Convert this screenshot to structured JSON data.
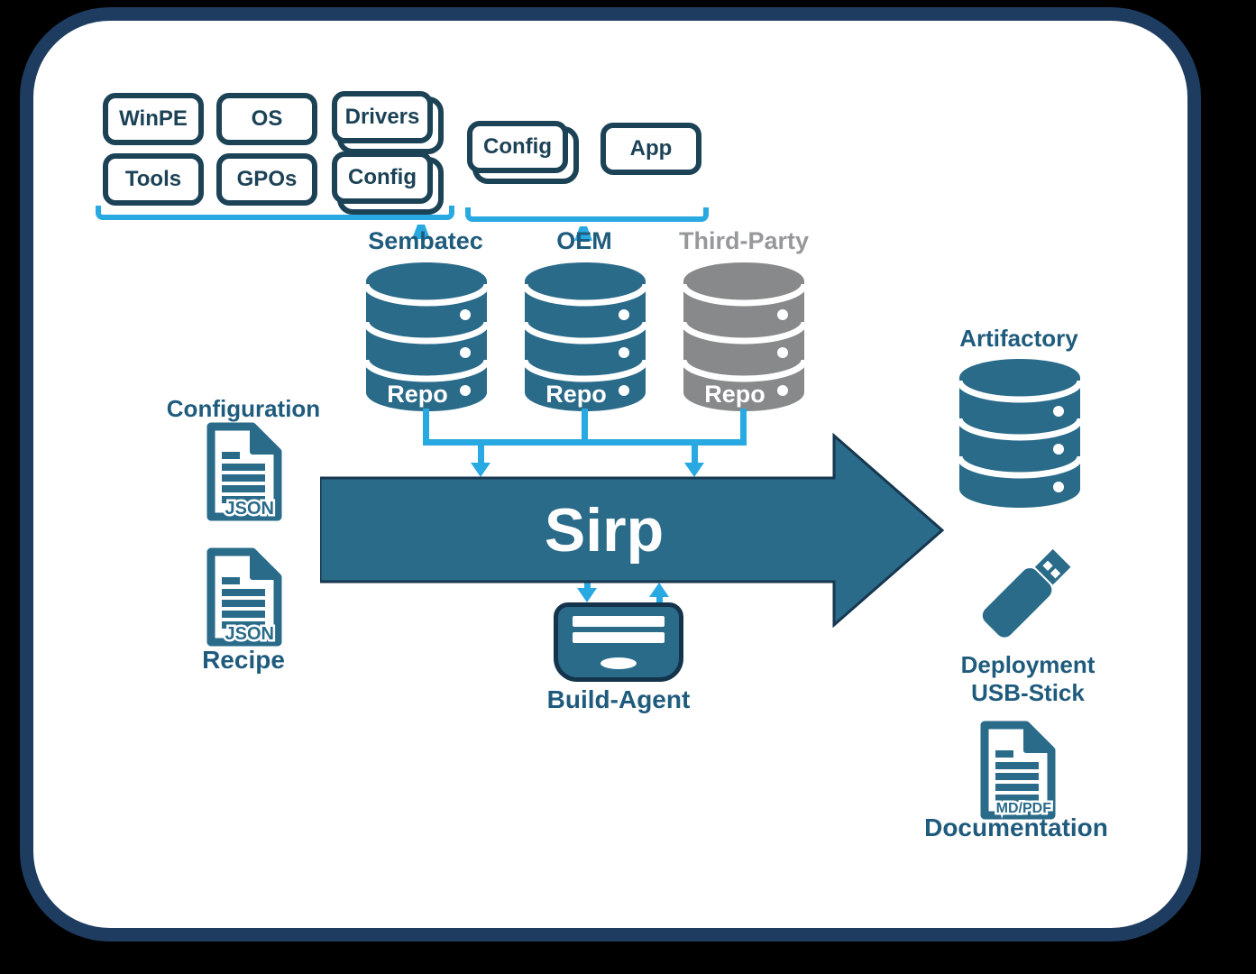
{
  "colors": {
    "teal": "#2a6b8a",
    "frame_navy": "#1e3c5f",
    "chip_outline": "#1c4256",
    "label_blue": "#1f5b7d",
    "connector_blue": "#29a9e1",
    "third_party_gray": "#87898b",
    "third_party_label_gray": "#96989a",
    "background_outside": "#000000",
    "canvas_background": "#ffffff"
  },
  "input_chips": {
    "sembatec": [
      {
        "label": "WinPE",
        "stacked": false
      },
      {
        "label": "OS",
        "stacked": false
      },
      {
        "label": "Drivers",
        "stacked": true
      },
      {
        "label": "Tools",
        "stacked": false
      },
      {
        "label": "GPOs",
        "stacked": false
      },
      {
        "label": "Config",
        "stacked": true
      }
    ],
    "oem": [
      {
        "label": "Config",
        "stacked": true
      },
      {
        "label": "App",
        "stacked": false
      }
    ]
  },
  "repos": [
    {
      "name": "Sembatec",
      "cylinder_label": "Repo",
      "color": "#2a6b8a"
    },
    {
      "name": "OEM",
      "cylinder_label": "Repo",
      "color": "#2a6b8a"
    },
    {
      "name": "Third-Party",
      "cylinder_label": "Repo",
      "color": "#87898b"
    }
  ],
  "config_docs": [
    {
      "label": "Configuration",
      "badge": "JSON"
    },
    {
      "label": "Recipe",
      "badge": "JSON"
    }
  ],
  "pipeline": {
    "label": "Sirp"
  },
  "build_agent": {
    "label": "Build-Agent"
  },
  "outputs": {
    "artifactory": {
      "label": "Artifactory"
    },
    "usb": {
      "label_line1": "Deployment",
      "label_line2": "USB-Stick"
    },
    "documentation": {
      "label": "Documentation",
      "badge": "MD/PDF"
    }
  }
}
